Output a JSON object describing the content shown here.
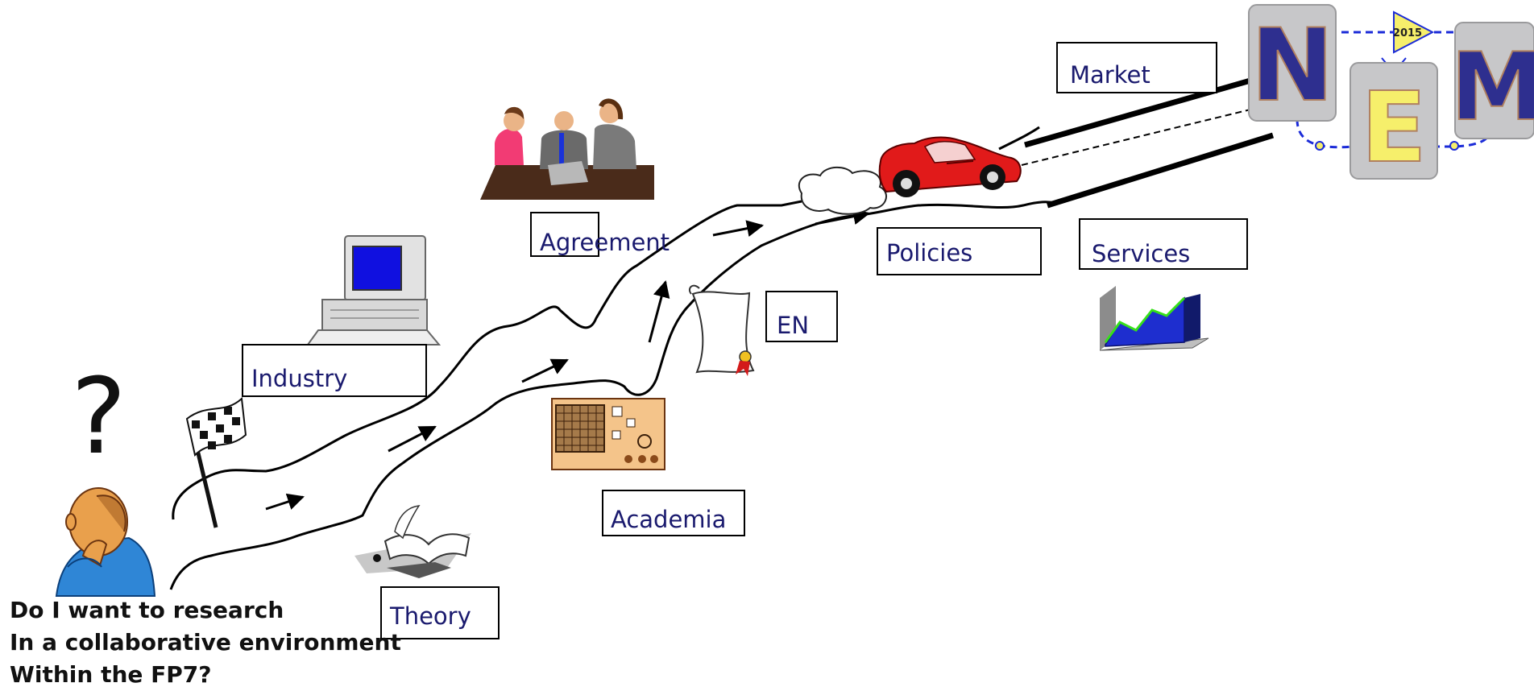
{
  "labels": {
    "industry": "Industry",
    "agreement": "Agreement",
    "en": "EN",
    "academia": "Academia",
    "theory": "Theory",
    "policies": "Policies",
    "services": "Services",
    "market": "Market"
  },
  "question": {
    "mark": "?",
    "line1": "Do I want to research",
    "line2": "In a collaborative environment",
    "line3": "Within the FP7?"
  },
  "logo": {
    "letter1": "N",
    "letter2": "E",
    "letter3": "M",
    "year": "2015",
    "colors": {
      "n_m_letters": "#2e2f8f",
      "e_letter": "#f6ef6b",
      "tile": "#c7c7c9",
      "dashed_line": "#1b2bd8",
      "year_flag": "#f6ef6b"
    }
  },
  "colors": {
    "label_text": "#1a1a6e",
    "car": "#e11a1a",
    "table": "#4a2b1a",
    "monitor": "#1010e0"
  }
}
